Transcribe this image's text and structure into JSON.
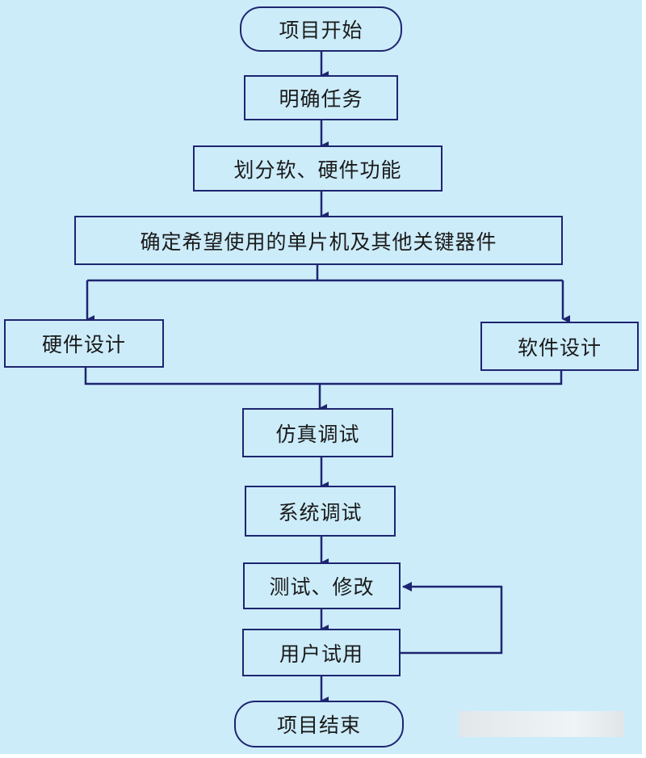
{
  "colors": {
    "background": "#ccecfa",
    "stroke": "#1e2570",
    "text": "#1a1a1a"
  },
  "flowchart": {
    "start": "项目开始",
    "step1": "明确任务",
    "step2": "划分软、硬件功能",
    "step3": "确定希望使用的单片机及其他关键器件",
    "hardware": "硬件设计",
    "software": "软件设计",
    "step4": "仿真调试",
    "step5": "系统调试",
    "step6": "测试、修改",
    "step7": "用户试用",
    "end": "项目结束"
  }
}
